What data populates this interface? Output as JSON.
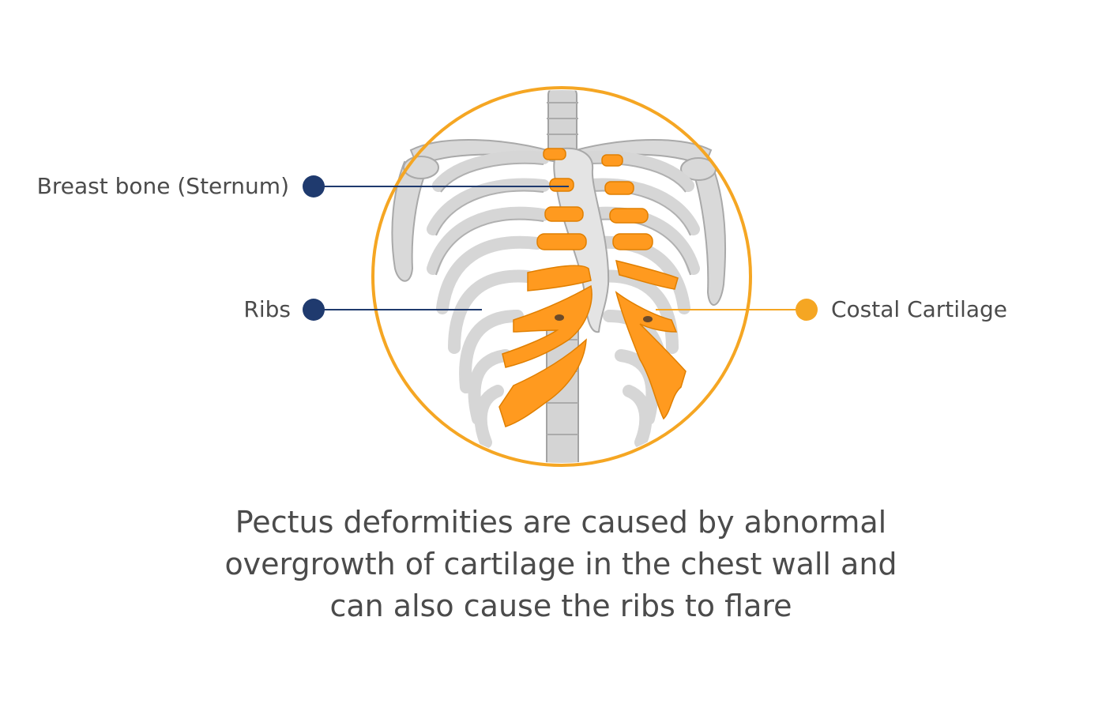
{
  "labels": {
    "sternum": "Breast bone (Sternum)",
    "ribs": "Ribs",
    "cartilage": "Costal Cartilage"
  },
  "caption": {
    "line1": "Pectus deformities are caused by abnormal",
    "line2": "overgrowth of cartilage in the chest wall and",
    "line3": "can also cause the ribs to flare"
  },
  "colors": {
    "ring": "#f5a623",
    "cartilage": "#ff9a1f",
    "bone": "#dcdcdc",
    "bone_shadow": "#b9b9b9",
    "marker_navy": "#1f3a6e",
    "marker_orange": "#f5a623",
    "text": "#4b4b4b"
  }
}
